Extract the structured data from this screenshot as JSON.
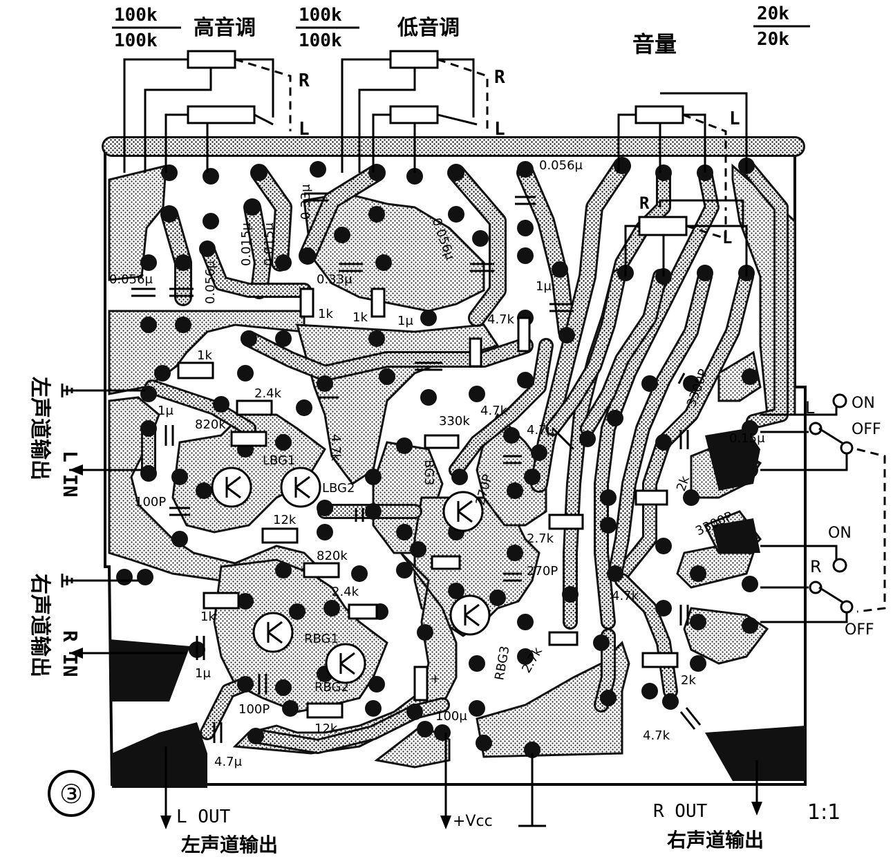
{
  "header": {
    "treble_ratio": [
      "100k",
      "100k"
    ],
    "treble_label": "高音调",
    "bass_ratio": [
      "100k",
      "100k"
    ],
    "bass_label": "低音调",
    "volume_label": "音量",
    "volume_ratio": [
      "20k",
      "20k"
    ],
    "channel_R": "R",
    "channel_L": "L"
  },
  "left_side": {
    "left_in_cn": "左声道输出",
    "left_in_en": "L IN",
    "right_in_cn": "右声道输出",
    "right_in_en": "R IN"
  },
  "bottom": {
    "figure_number": "③",
    "l_out": "L OUT",
    "l_out_cn": "左声道输出",
    "vcc": "+Vcc",
    "r_out": "R OUT",
    "r_out_cn": "右声道输出",
    "scale": "1:1"
  },
  "switches": {
    "on": "ON",
    "off": "OFF",
    "L": "L",
    "R": "R"
  },
  "components": [
    {
      "text": "0.056μ"
    },
    {
      "text": "0.33μ"
    },
    {
      "text": "0.015μ"
    },
    {
      "text": "0.015μ"
    },
    {
      "text": "0.056μ"
    },
    {
      "text": "0.056μ"
    },
    {
      "text": "0.33μ"
    },
    {
      "text": "0.056μ"
    },
    {
      "text": "1k"
    },
    {
      "text": "1k"
    },
    {
      "text": "1k"
    },
    {
      "text": "1μ"
    },
    {
      "text": "4.7k"
    },
    {
      "text": "1μ"
    },
    {
      "text": "1k"
    },
    {
      "text": "2.4k"
    },
    {
      "text": "1μ"
    },
    {
      "text": "820k"
    },
    {
      "text": "4.7k"
    },
    {
      "text": "LBG1"
    },
    {
      "text": "LBG2"
    },
    {
      "text": "330k"
    },
    {
      "text": "4.7k"
    },
    {
      "text": "4.7μ"
    },
    {
      "text": "BG3"
    },
    {
      "text": "270P"
    },
    {
      "text": "100P"
    },
    {
      "text": "12k"
    },
    {
      "text": "2.7k"
    },
    {
      "text": "820k"
    },
    {
      "text": "2.4k"
    },
    {
      "text": "270P"
    },
    {
      "text": "4.7k"
    },
    {
      "text": "1k"
    },
    {
      "text": "RBG1"
    },
    {
      "text": "RBG2"
    },
    {
      "text": "RBG3"
    },
    {
      "text": "2.7k"
    },
    {
      "text": "1μ"
    },
    {
      "text": "100P"
    },
    {
      "text": "12k"
    },
    {
      "text": "100μ"
    },
    {
      "text": "4.7μ"
    },
    {
      "text": "3300P"
    },
    {
      "text": "0.15μ"
    },
    {
      "text": "2k"
    },
    {
      "text": "3300P"
    },
    {
      "text": "2k"
    },
    {
      "text": "4.7k"
    },
    {
      "text": "R"
    },
    {
      "text": "L"
    },
    {
      "text": "+"
    }
  ],
  "colors": {
    "ink": "#111111",
    "paper": "#ffffff"
  }
}
